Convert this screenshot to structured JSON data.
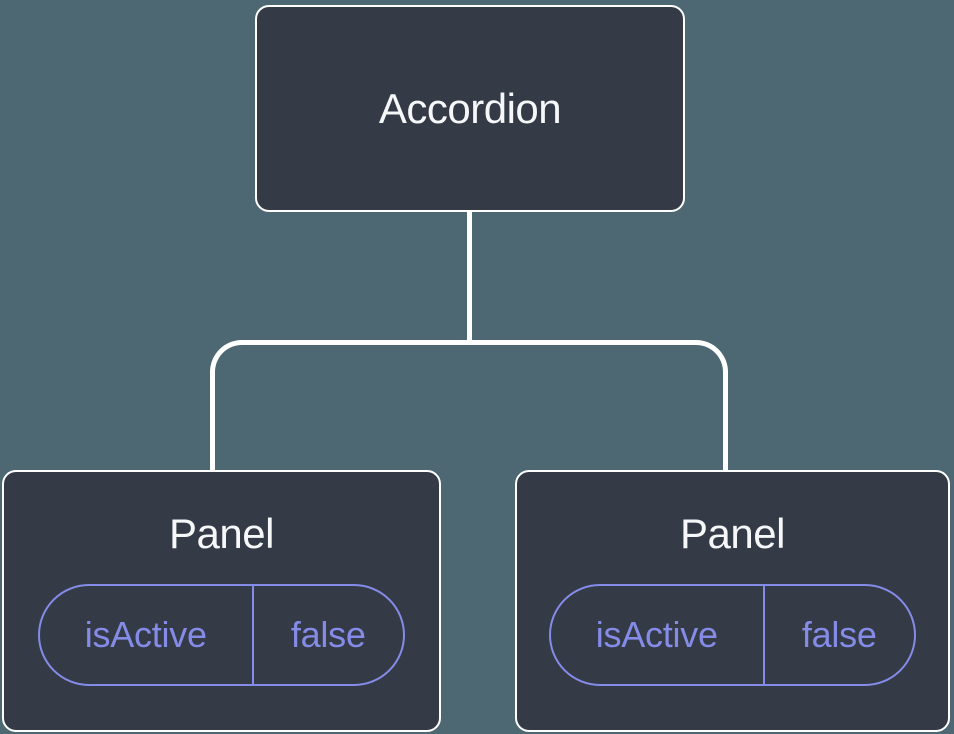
{
  "tree": {
    "root": {
      "label": "Accordion"
    },
    "children": [
      {
        "label": "Panel",
        "state": {
          "name": "isActive",
          "value": "false"
        }
      },
      {
        "label": "Panel",
        "state": {
          "name": "isActive",
          "value": "false"
        }
      }
    ]
  },
  "colors": {
    "background": "#4d6872",
    "node_fill": "#343a46",
    "node_border": "#ffffff",
    "node_text": "#f6f7f9",
    "state_accent": "#858ce8",
    "connector": "#ffffff"
  }
}
